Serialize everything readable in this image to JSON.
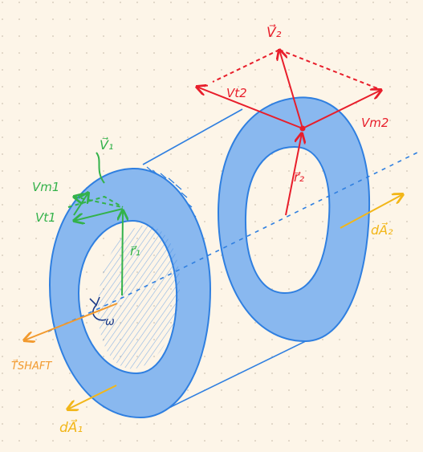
{
  "colors": {
    "paper": "#fdf5e8",
    "dots": "#d9cfc0",
    "ring_fill": "#89b8ef",
    "ring_stroke": "#2f7fe0",
    "green": "#33b24a",
    "red": "#e81e2b",
    "yellow": "#f2b619",
    "orange": "#f29a2e"
  },
  "labels": {
    "v2": "V⃗₂",
    "vt2": "Vt2",
    "vm2": "Vm2",
    "r2": "r⃗₂",
    "da2": "dA⃗₂",
    "v1": "V⃗₁",
    "vm1": "Vm1",
    "vt1": "Vt1",
    "r1": "r⃗₁",
    "omega": "ω",
    "tshaft": "T⃗SHAFT",
    "da1": "dA⃗₁"
  }
}
